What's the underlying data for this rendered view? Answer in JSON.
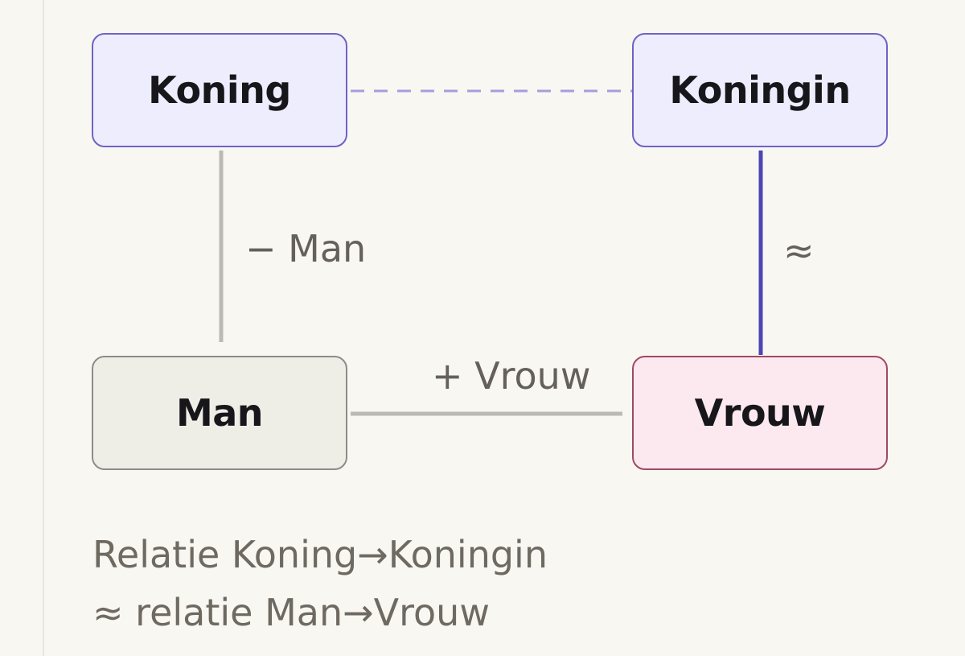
{
  "nodes": {
    "koning": "Koning",
    "koningin": "Koningin",
    "man": "Man",
    "vrouw": "Vrouw"
  },
  "edge_labels": {
    "minus_man": "− Man",
    "plus_vrouw": "+ Vrouw",
    "approx": "≈"
  },
  "caption": {
    "line1": "Relatie Koning→Koningin",
    "line2": "≈ relatie Man→Vrouw"
  },
  "colors": {
    "background": "#f9f7f2",
    "royal_node_fill": "#eeedfd",
    "royal_node_border": "#6d63c4",
    "man_node_fill": "#eeeee7",
    "vrouw_node_fill": "#fbe9ef",
    "vrouw_node_border": "#9e4a64",
    "dashed_link": "#a59ee0",
    "approx_link": "#4c45b5",
    "grey_link": "#bcbab4"
  }
}
